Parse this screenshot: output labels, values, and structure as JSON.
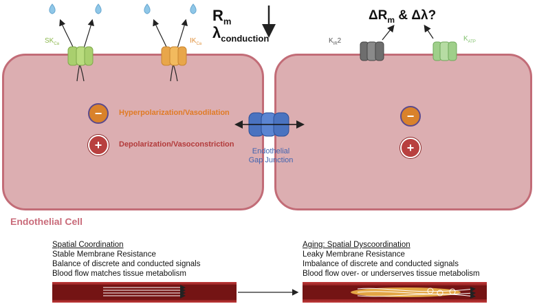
{
  "channels": {
    "skca": {
      "main": "SK",
      "sub": "Ca"
    },
    "ikca": {
      "main": "IK",
      "sub": "Ca"
    },
    "kir2": {
      "main": "K",
      "sub": "IR",
      "suffix": "2"
    },
    "katp": {
      "main": "K",
      "sub": "ATP"
    }
  },
  "top_labels": {
    "rm_main": "R",
    "rm_sub": "m",
    "lambda_main": "λ",
    "lambda_sub": "conduction",
    "delta_text_1": "ΔR",
    "delta_sub": "m",
    "delta_text_2": " & Δλ?"
  },
  "legend": {
    "neg_symbol": "−",
    "pos_symbol": "+",
    "hyper": "Hyperpolarization/Vasodilation",
    "depol": "Depolarization/Vasoconstriction"
  },
  "gap_junction": {
    "line1": "Endothelial",
    "line2": "Gap Junction"
  },
  "cell_label": "Endothelial Cell",
  "left_caption": {
    "title": "Spatial Coordination",
    "lines": [
      "Stable Membrane Resistance",
      "Balance of discrete and conducted signals",
      "Blood flow matches tissue metabolism"
    ]
  },
  "right_caption": {
    "title": "Aging: Spatial Dyscoordination",
    "lines": [
      "Leaky Membrane Resistance",
      "Imbalance of discrete and conducted signals",
      "Blood flow over- or underserves tissue metabolism"
    ]
  },
  "colors": {
    "cell_fill": "#dcaeb1",
    "cell_border": "#c26c77",
    "skca": "#a9cf6e",
    "ikca": "#e8a64a",
    "kir2": "#7a7a7a",
    "katp": "#9fcf8a",
    "gap_junction": "#4a73c0",
    "hyper_text": "#e07b25",
    "depol_text": "#b23a3a",
    "cell_label": "#c96b7a",
    "droplet": "#8fc7e8"
  }
}
